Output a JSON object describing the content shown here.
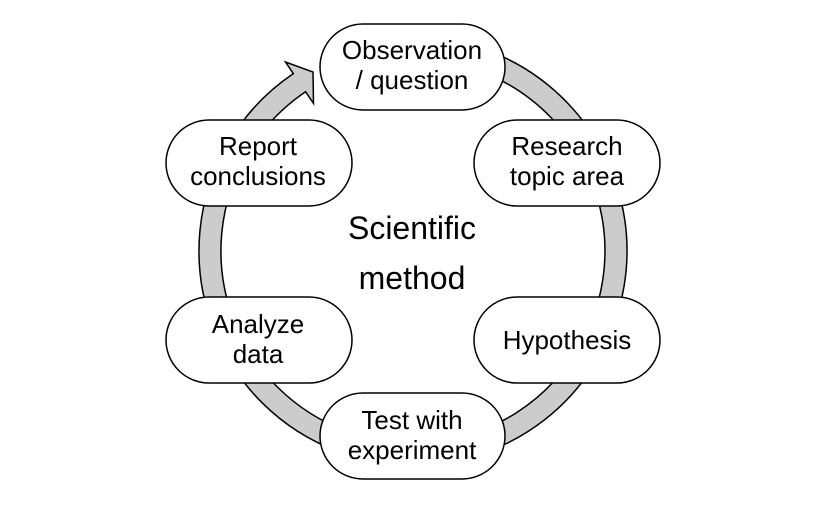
{
  "title_lines": [
    "Scientific",
    "method"
  ],
  "steps": [
    {
      "lines": [
        "Observation",
        "/ question"
      ]
    },
    {
      "lines": [
        "Research",
        "topic area"
      ]
    },
    {
      "lines": [
        "Hypothesis"
      ]
    },
    {
      "lines": [
        "Test with",
        "experiment"
      ]
    },
    {
      "lines": [
        "Analyze",
        "data"
      ]
    },
    {
      "lines": [
        "Report",
        "conclusions"
      ]
    }
  ],
  "colors": {
    "cycle_fill": "#cccccc",
    "stroke": "#000000",
    "node_fill": "#ffffff",
    "text": "#000000"
  }
}
